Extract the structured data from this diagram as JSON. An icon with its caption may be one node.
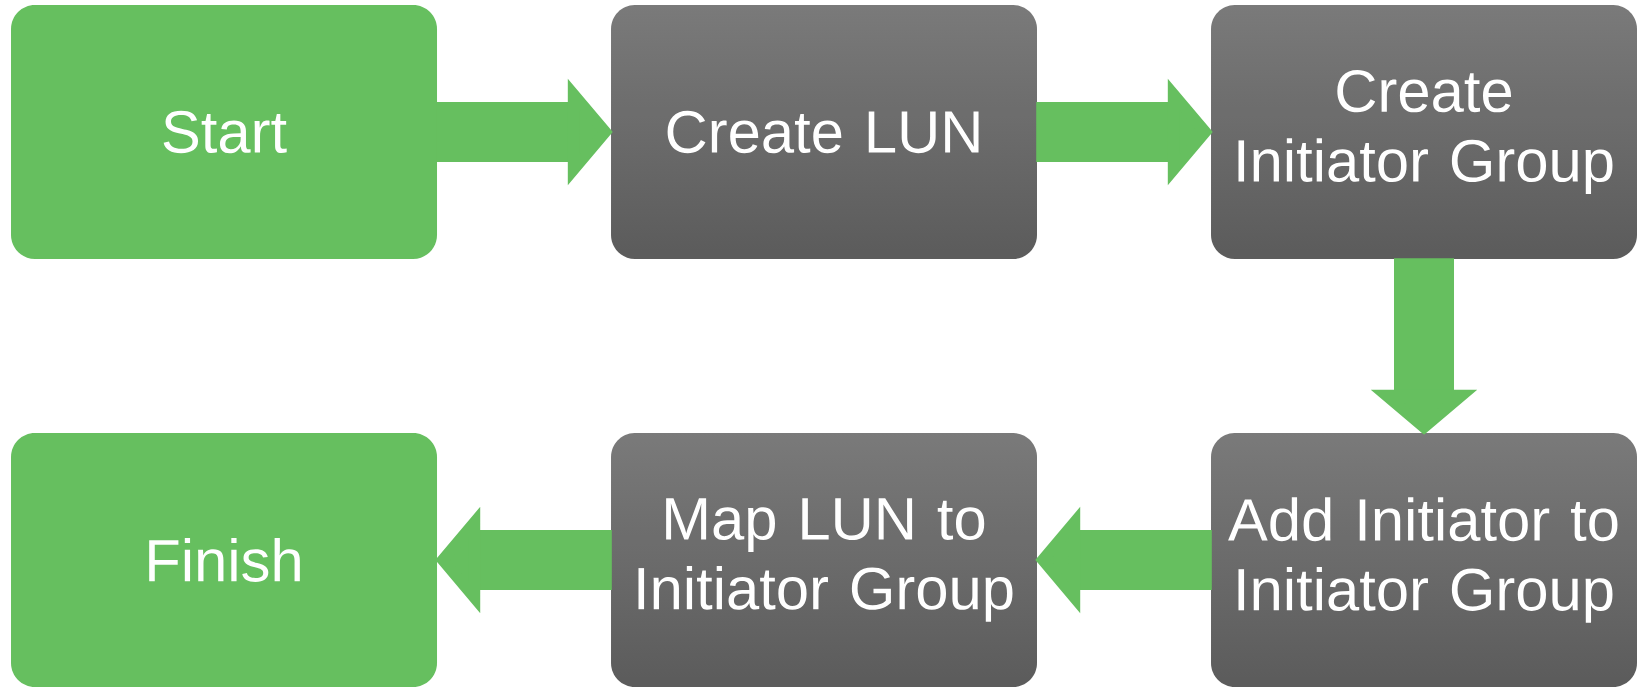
{
  "diagram": {
    "nodes": [
      {
        "text": [
          "Start"
        ]
      },
      {
        "text": [
          "Create LUN"
        ]
      },
      {
        "text": [
          "Create Initiator Group"
        ]
      },
      {
        "text": [
          "Add Initiator to Initiator Group"
        ]
      },
      {
        "text": [
          "Map LUN to Initiator Group"
        ]
      },
      {
        "text": [
          "Finish"
        ]
      }
    ],
    "edges": [
      {
        "from": 0,
        "to": 1,
        "arrow": "to"
      },
      {
        "from": 1,
        "to": 2,
        "arrow": "to"
      },
      {
        "from": 2,
        "to": 3,
        "arrow": "to"
      },
      {
        "from": 3,
        "to": 4,
        "arrow": "to"
      },
      {
        "from": 4,
        "to": 5,
        "arrow": "to"
      }
    ]
  }
}
